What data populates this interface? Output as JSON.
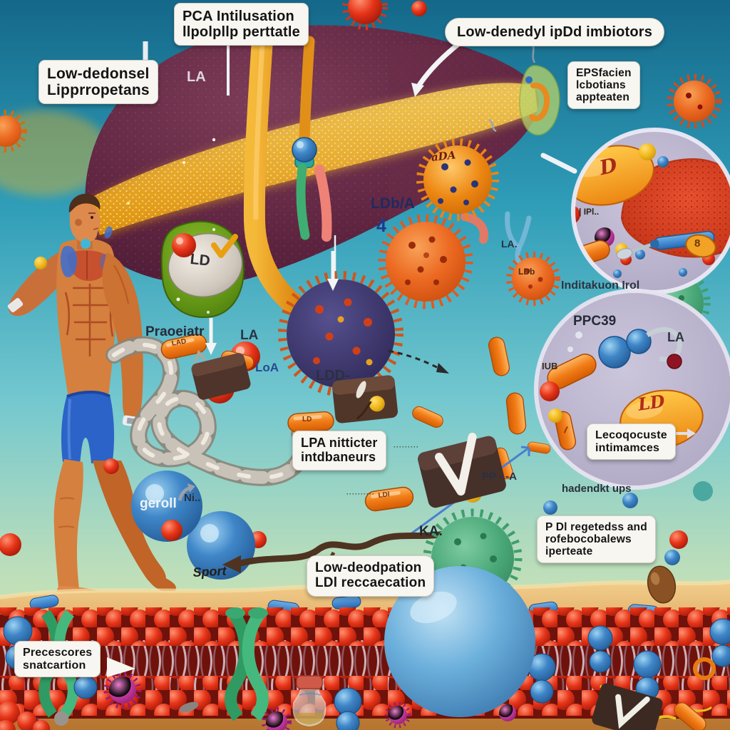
{
  "scene": {
    "description": "Medical illustration: liver, LDL lipoprotein particles, inhibitor capsules, human anatomy figure, magnified insets and a cell membrane bilayer"
  },
  "colors": {
    "sky_top": "#14688a",
    "sky_mid": "#74c8cf",
    "liver": "#5e2440",
    "gold_band": "#f2b722",
    "sand": "#dca75f",
    "membrane_red": "#7c150f",
    "capsule_orange": "#ef7212",
    "label_bg": "#f8f6f1",
    "label_text": "#141414"
  },
  "boxes": {
    "lipoproteins": {
      "line1": "Low-dedonsel",
      "line2": "Lipprropetans"
    },
    "pca": {
      "line1": "PCA Intilusation",
      "line2": "llpolpllp perttatle"
    },
    "inhibitors": {
      "text": "Low-denedyl ipDd imbiotors"
    },
    "eps": {
      "line1": "EPSfacien",
      "line2": "lcbotians",
      "line3": "appteaten"
    },
    "lpa": {
      "line1": "LPA nitticter",
      "line2": "intdbaneurs"
    },
    "low_receptor": {
      "line1": "Low-deodpation",
      "line2": "LDl reccaecation"
    },
    "pdl": {
      "line1": "P Dl regetedss and",
      "line2": "rofebocobalews",
      "line3": "iperteate"
    },
    "leco": {
      "line1": "Lecoqocuste",
      "line2": "intimamces"
    },
    "precesc": {
      "line1": "Precescores",
      "line2": "snatcartion"
    }
  },
  "floating": {
    "la_liver": "LA",
    "adla": "aDA",
    "ldba": "LDb/A",
    "four": "4",
    "praoeiatr": "Praoeiatr",
    "la_mid": "LA",
    "loa": "LoA",
    "ldd": "LDD-",
    "ldb_small": "LDb",
    "la_y": "LA.",
    "inditakuon": "Inditakuon Irol",
    "ppc39": "PPC39",
    "la_circle": "LA",
    "iub": "IUB",
    "ipl": "| IPl..",
    "hadendkt": "hadendkt ups",
    "ppa": "PP - -A",
    "ka": "KA.",
    "ni": "Ni..",
    "geroll": "geroll",
    "sport": "Sport",
    "ld_stone": "LD",
    "ld_egg": "LD",
    "d_oval": "D",
    "pill8": "8",
    "lad_pill": "LAD",
    "ld_pill": "LD",
    "ldl_pill": "LDl",
    "dashes1": "··········",
    "dashes2": "·········"
  }
}
